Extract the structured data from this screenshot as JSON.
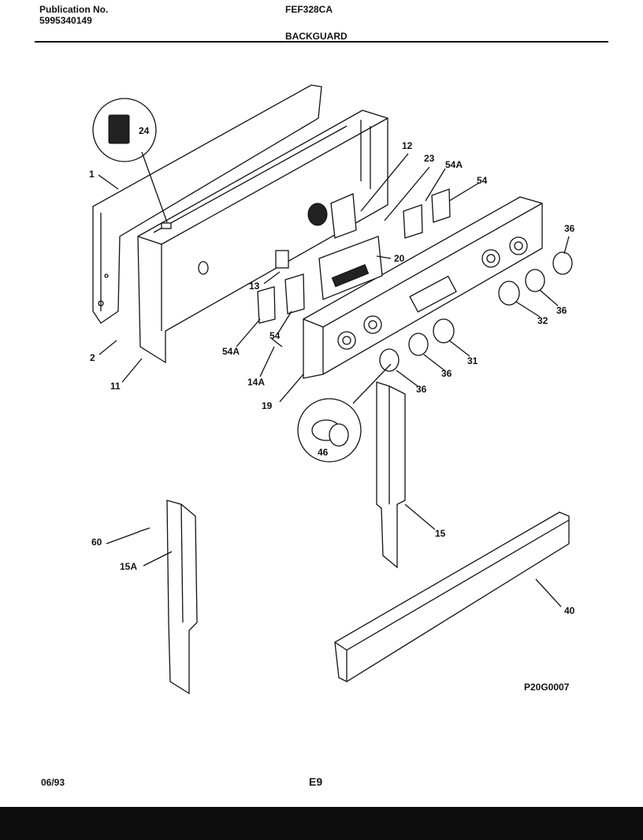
{
  "header": {
    "publication_label": "Publication No.",
    "publication_number": "5995340149",
    "model": "FEF328CA",
    "section": "BACKGUARD"
  },
  "footer": {
    "date": "06/93",
    "page": "E9",
    "diagram_code": "P20G0007"
  },
  "callouts": {
    "p1": "1",
    "p2": "2",
    "p11": "11",
    "p12": "12",
    "p13": "13",
    "p14a": "14A",
    "p15": "15",
    "p15a": "15A",
    "p19": "19",
    "p20": "20",
    "p23": "23",
    "p24": "24",
    "p31": "31",
    "p32": "32",
    "p36a": "36",
    "p36b": "36",
    "p36c": "36",
    "p36d": "36",
    "p40": "40",
    "p46": "46",
    "p54a": "54",
    "p54b": "54",
    "p54a_top": "54A",
    "p54a_left": "54A",
    "p60": "60"
  }
}
